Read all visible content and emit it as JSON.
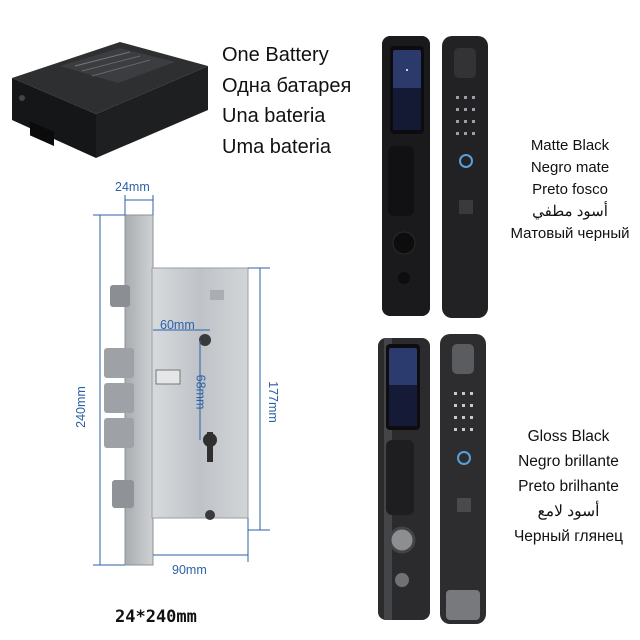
{
  "battery": {
    "labels": [
      "One Battery",
      "Одна батарея",
      "Una bateria",
      "Uma bateria"
    ]
  },
  "finishes": {
    "matte": [
      "Matte Black",
      "Negro mate",
      "Preto fosco",
      "أسود مطفي",
      "Матовый черный"
    ],
    "gloss": [
      "Gloss Black",
      "Negro brillante",
      "Preto brilhante",
      "أسود لامع",
      "Черный глянец"
    ]
  },
  "mortise": {
    "dims": {
      "thickness": "24mm",
      "backset": "60mm",
      "height": "240mm",
      "handle_height": "177mm",
      "spindle_to_cylinder": "68mm",
      "body_width": "90mm"
    },
    "caption": "24*240mm"
  },
  "colors": {
    "dimension": "#2c61a8",
    "matte_body": "#1a1a1c",
    "gloss_body": "#2b2b2e",
    "steel": "#c9ccd0"
  }
}
